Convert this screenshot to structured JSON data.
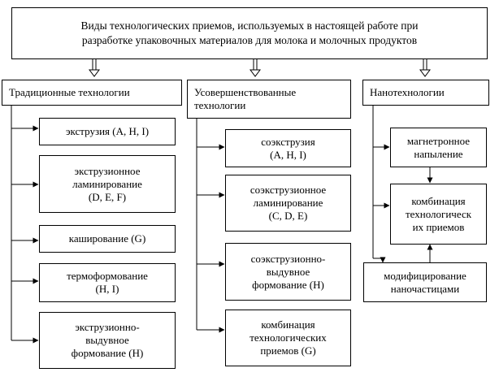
{
  "title_box": "Виды технологических приемов, используемых в настоящей работе при\nразработке упаковочных материалов для молока и молочных продуктов",
  "columns": {
    "traditional": {
      "header": "Традиционные технологии",
      "items": [
        "экструзия (A, H, I)",
        "экструзионное\nламинирование\n(D, E, F)",
        "каширование (G)",
        "термоформование\n(H, I)",
        "экструзионно-\nвыдувное\nформование (H)"
      ]
    },
    "improved": {
      "header": "Усовершенствованные\nтехнологии",
      "items": [
        "соэкструзия\n(A, H, I)",
        "соэкструзионное\nламинирование\n(C, D, E)",
        "соэкструзионно-\nвыдувное\nформование (H)",
        "комбинация\nтехнологических\nприемов (G)"
      ]
    },
    "nano": {
      "header": "Нанотехнологии",
      "items": [
        "магнетронное\nнапыление",
        "комбинация\nтехнологическ\nих приемов",
        "модифицирование\nнаночастицами"
      ]
    }
  }
}
